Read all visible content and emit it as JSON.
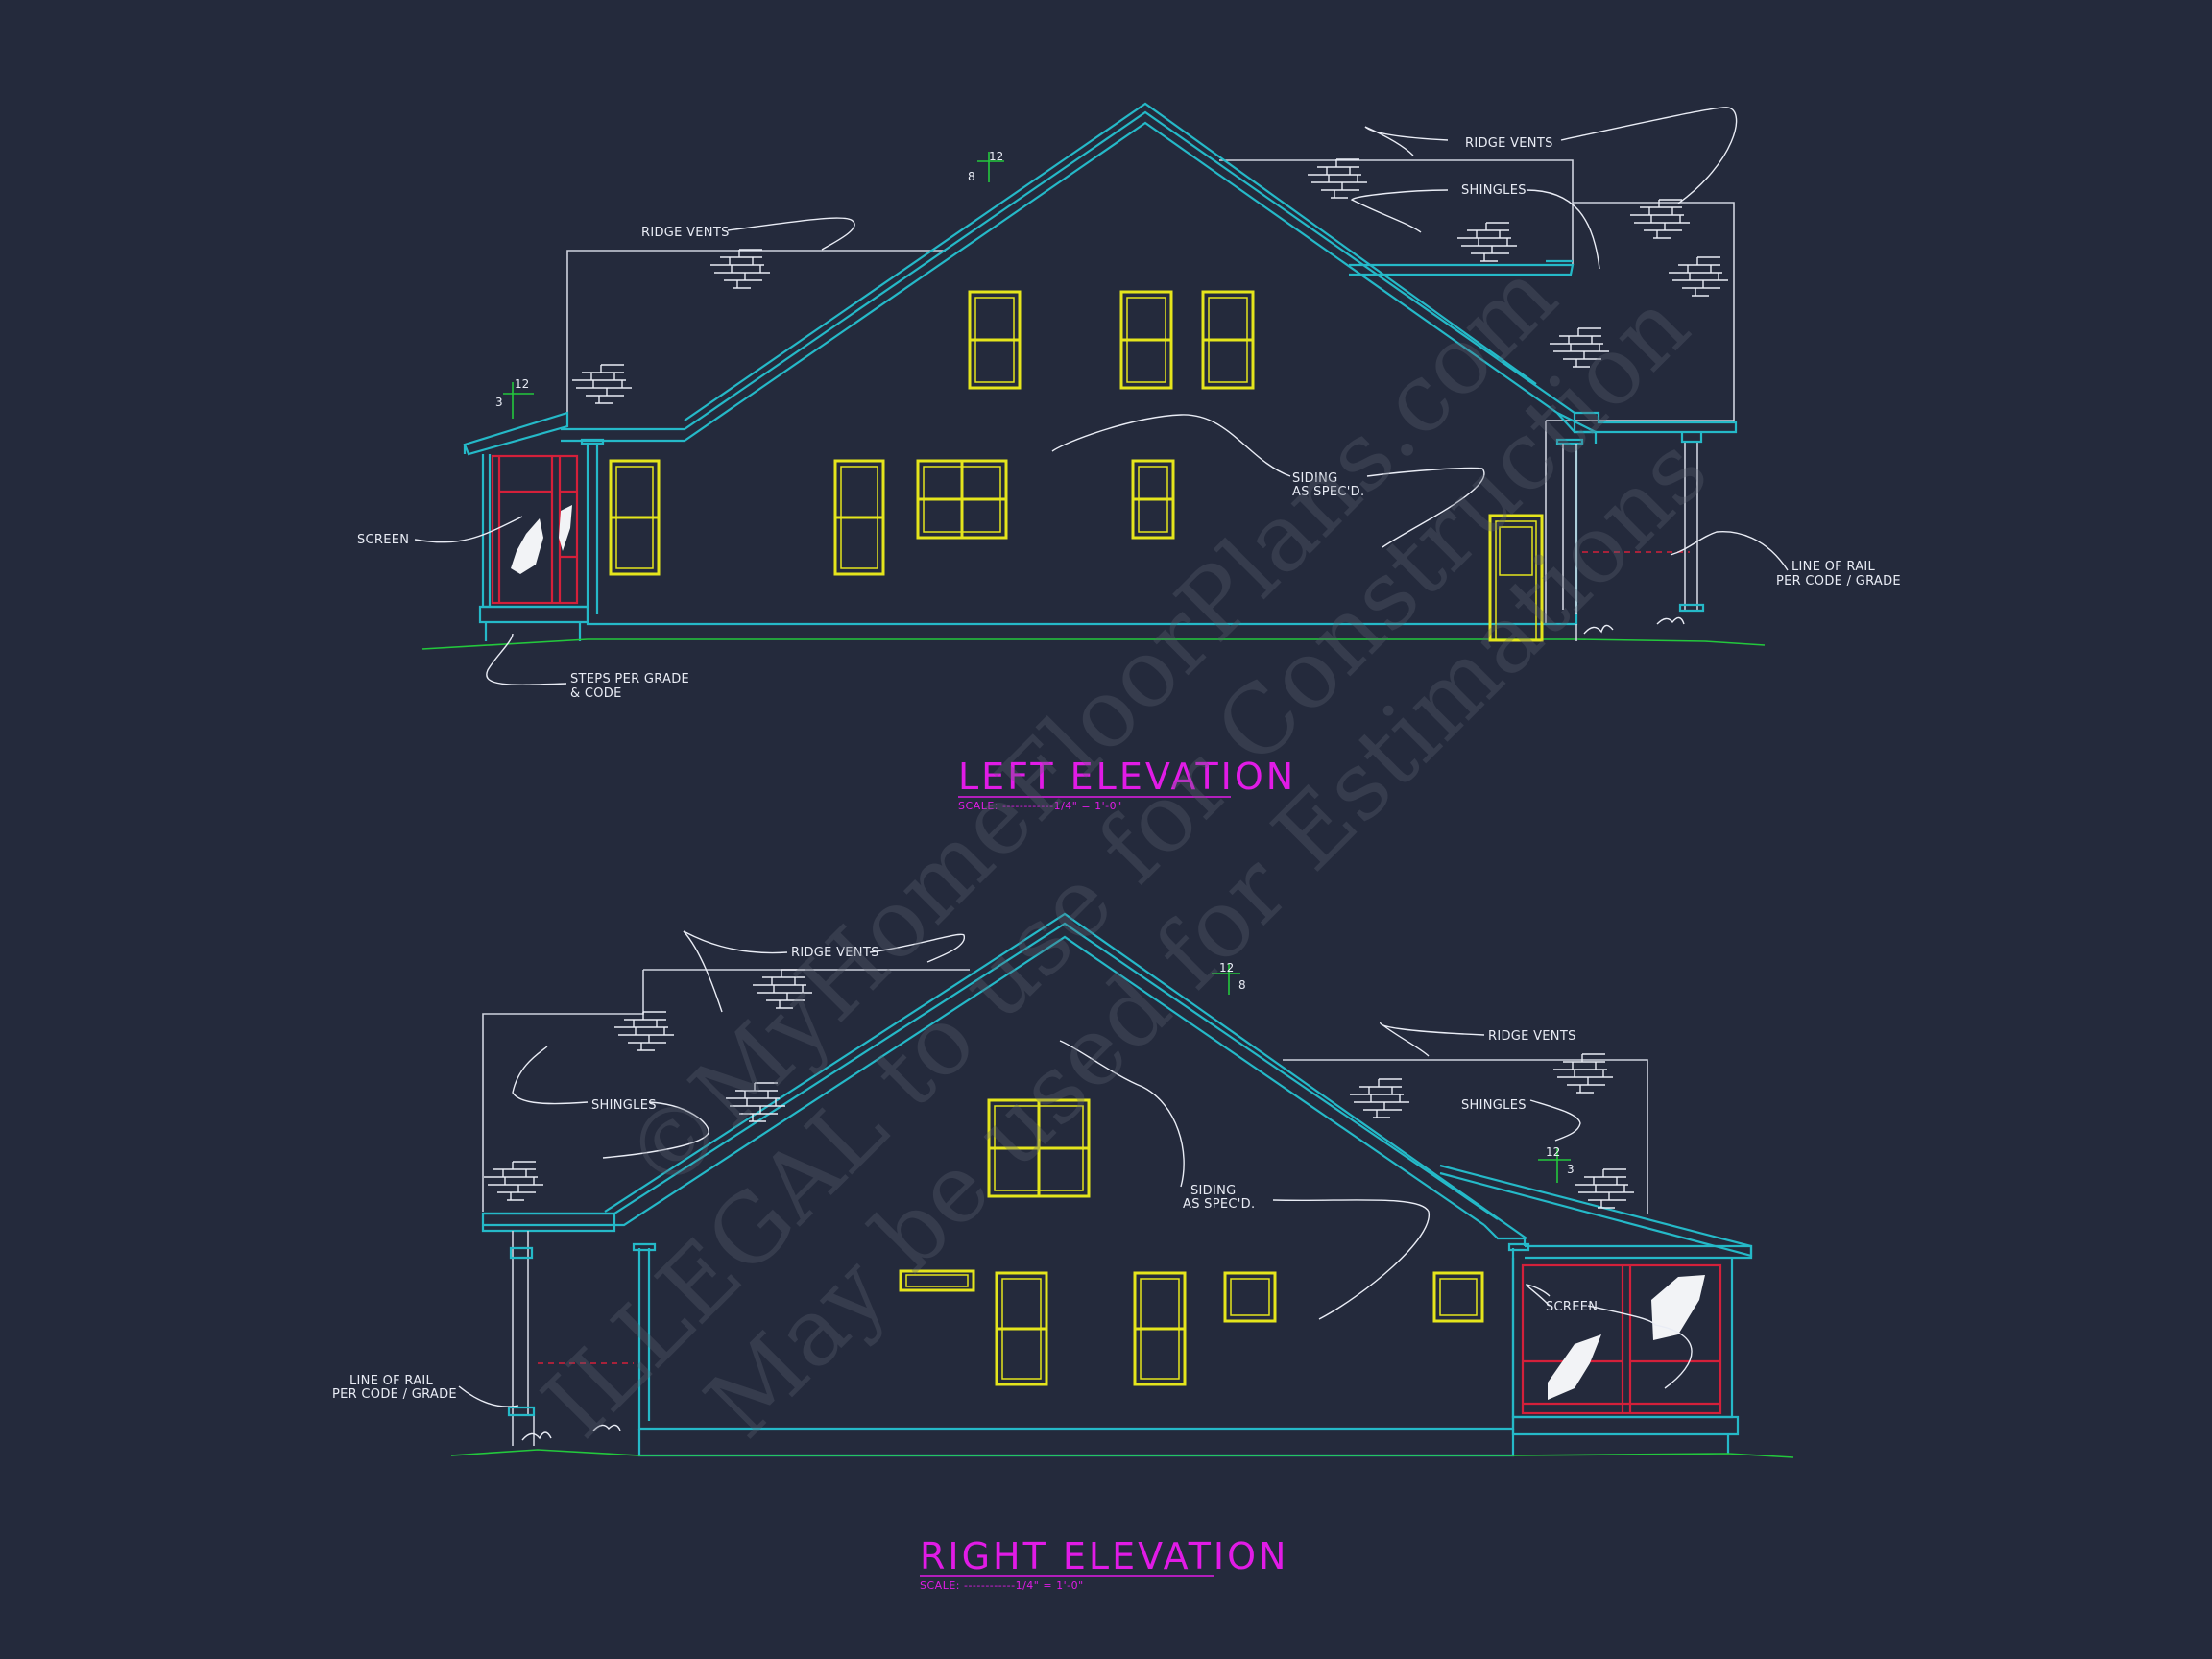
{
  "watermark": {
    "line1": "©MyHomeFloorPlans.com",
    "line2": "ILLEGAL to use for Construction",
    "line3": "May be used for Estimations"
  },
  "colors": {
    "background": "#242a3c",
    "outline": "#cfd3de",
    "roof_fascia": "#25b9c8",
    "windows": "#e5e51c",
    "screen_porch": "#d4203a",
    "grade_line": "#23c83c",
    "titles": "#e11be6"
  },
  "left_elevation": {
    "title": "LEFT ELEVATION",
    "scale": "SCALE: ------------1/4\" = 1'-0\"",
    "notes": {
      "ridge_vents_upper": "RIDGE VENTS",
      "ridge_vents_left": "RIDGE VENTS",
      "shingles": "SHINGLES",
      "siding_line1": "SIDING",
      "siding_line2": "AS SPEC'D.",
      "screen": "SCREEN",
      "steps_line1": "STEPS PER GRADE",
      "steps_line2": "& CODE",
      "rail_line1": "LINE OF RAIL",
      "rail_line2": "PER CODE / GRADE"
    },
    "pitch_main": {
      "rise": "8",
      "run": "12"
    },
    "pitch_porch": {
      "rise": "3",
      "run": "12"
    }
  },
  "right_elevation": {
    "title": "RIGHT ELEVATION",
    "scale": "SCALE: ------------1/4\" = 1'-0\"",
    "notes": {
      "ridge_vents_left": "RIDGE VENTS",
      "ridge_vents_right": "RIDGE VENTS",
      "shingles_left": "SHINGLES",
      "shingles_right": "SHINGLES",
      "siding_line1": "SIDING",
      "siding_line2": "AS SPEC'D.",
      "screen": "SCREEN",
      "rail_line1": "LINE OF RAIL",
      "rail_line2": "PER CODE / GRADE"
    },
    "pitch_main": {
      "rise": "8",
      "run": "12"
    },
    "pitch_porch": {
      "rise": "3",
      "run": "12"
    }
  }
}
